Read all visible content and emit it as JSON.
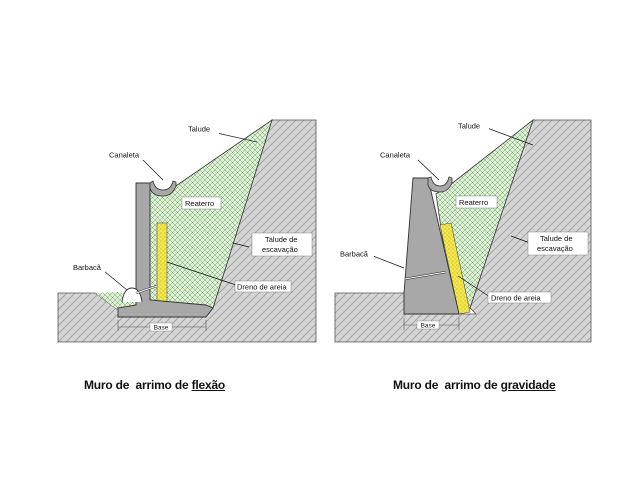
{
  "left_panel": {
    "labels": {
      "talude": "Talude",
      "canaleta": "Canaleta",
      "reaterro": "Reaterro",
      "talude_escavacao_1": "Talude de",
      "talude_escavacao_2": "escavação",
      "barbaca": "Barbacã",
      "dreno": "Dreno de areia",
      "base": "Base"
    },
    "caption_prefix": "Muro de  arrimo de ",
    "caption_key": "flexão"
  },
  "right_panel": {
    "labels": {
      "talude": "Talude",
      "canaleta": "Canaleta",
      "reaterro": "Reaterro",
      "talude_escavacao_1": "Talude de",
      "talude_escavacao_2": "escavação",
      "barbaca": "Barbacã",
      "dreno": "Dreno de areia",
      "base": "Base"
    },
    "caption_prefix": "Muro de  arrimo de ",
    "caption_key": "gravidade"
  },
  "colors": {
    "soil": "#d9d9d9",
    "backfill": "#dcefd6",
    "concrete": "#a6a6a6",
    "drain": "#f2e64a"
  }
}
